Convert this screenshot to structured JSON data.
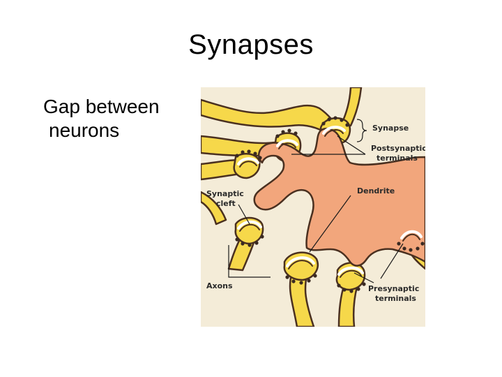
{
  "slide": {
    "title": "Synapses",
    "bullet": {
      "keyword": "Gap",
      "text_rest": " between",
      "line2": "neurons"
    }
  },
  "figure": {
    "labels": {
      "synapse": "Synapse",
      "postsynaptic_line1": "Postsynaptic",
      "postsynaptic_line2": "terminals",
      "dendrite": "Dendrite",
      "synaptic_cleft_line1": "Synaptic",
      "synaptic_cleft_line2": "cleft",
      "axons": "Axons",
      "presynaptic_line1": "Presynaptic",
      "presynaptic_line2": "terminals"
    },
    "colors": {
      "background": "#f4ecd8",
      "axon": "#f6d84a",
      "dendrite": "#f2a67c",
      "outline": "#4a3020",
      "vesicle": "#3a2a22"
    }
  }
}
